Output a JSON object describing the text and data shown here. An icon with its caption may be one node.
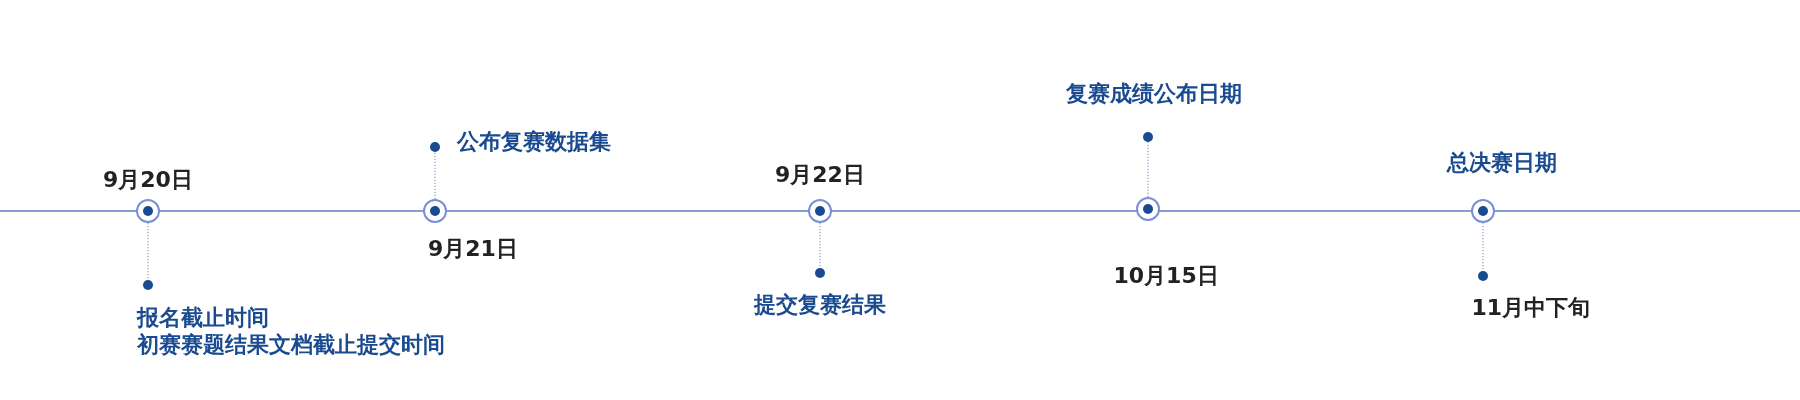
{
  "diagram": {
    "nodes": [
      {
        "text": [],
        "shape": "circle",
        "beside": [
          "9月20日"
        ]
      },
      {
        "text": [],
        "shape": "circle",
        "beside": [
          "报名截止时间",
          "初赛赛题结果文档截止提交时间"
        ]
      },
      {
        "text": [],
        "shape": "circle",
        "beside": [
          "9月21日"
        ]
      },
      {
        "text": [],
        "shape": "circle",
        "beside": [
          "公布复赛数据集"
        ]
      },
      {
        "text": [],
        "shape": "circle",
        "beside": [
          "9月22日"
        ]
      },
      {
        "text": [],
        "shape": "circle",
        "beside": [
          "提交复赛结果"
        ]
      },
      {
        "text": [],
        "shape": "circle",
        "beside": [
          "10月15日"
        ]
      },
      {
        "text": [],
        "shape": "circle",
        "beside": [
          "复赛成绩公布日期"
        ]
      },
      {
        "text": [],
        "shape": "circle",
        "beside": [
          "总决赛日期"
        ]
      },
      {
        "text": [],
        "shape": "circle",
        "beside": [
          "11月中下旬"
        ]
      }
    ],
    "edges": [
      {
        "from": 0,
        "to": 1,
        "arrow": "none",
        "style": "dashed"
      },
      {
        "from": 2,
        "to": 3,
        "arrow": "none",
        "style": "dashed"
      },
      {
        "from": 4,
        "to": 5,
        "arrow": "none",
        "style": "dashed"
      },
      {
        "from": 6,
        "to": 7,
        "arrow": "none",
        "style": "dashed"
      },
      {
        "from": 8,
        "to": 9,
        "arrow": "none",
        "style": "dashed"
      }
    ]
  }
}
